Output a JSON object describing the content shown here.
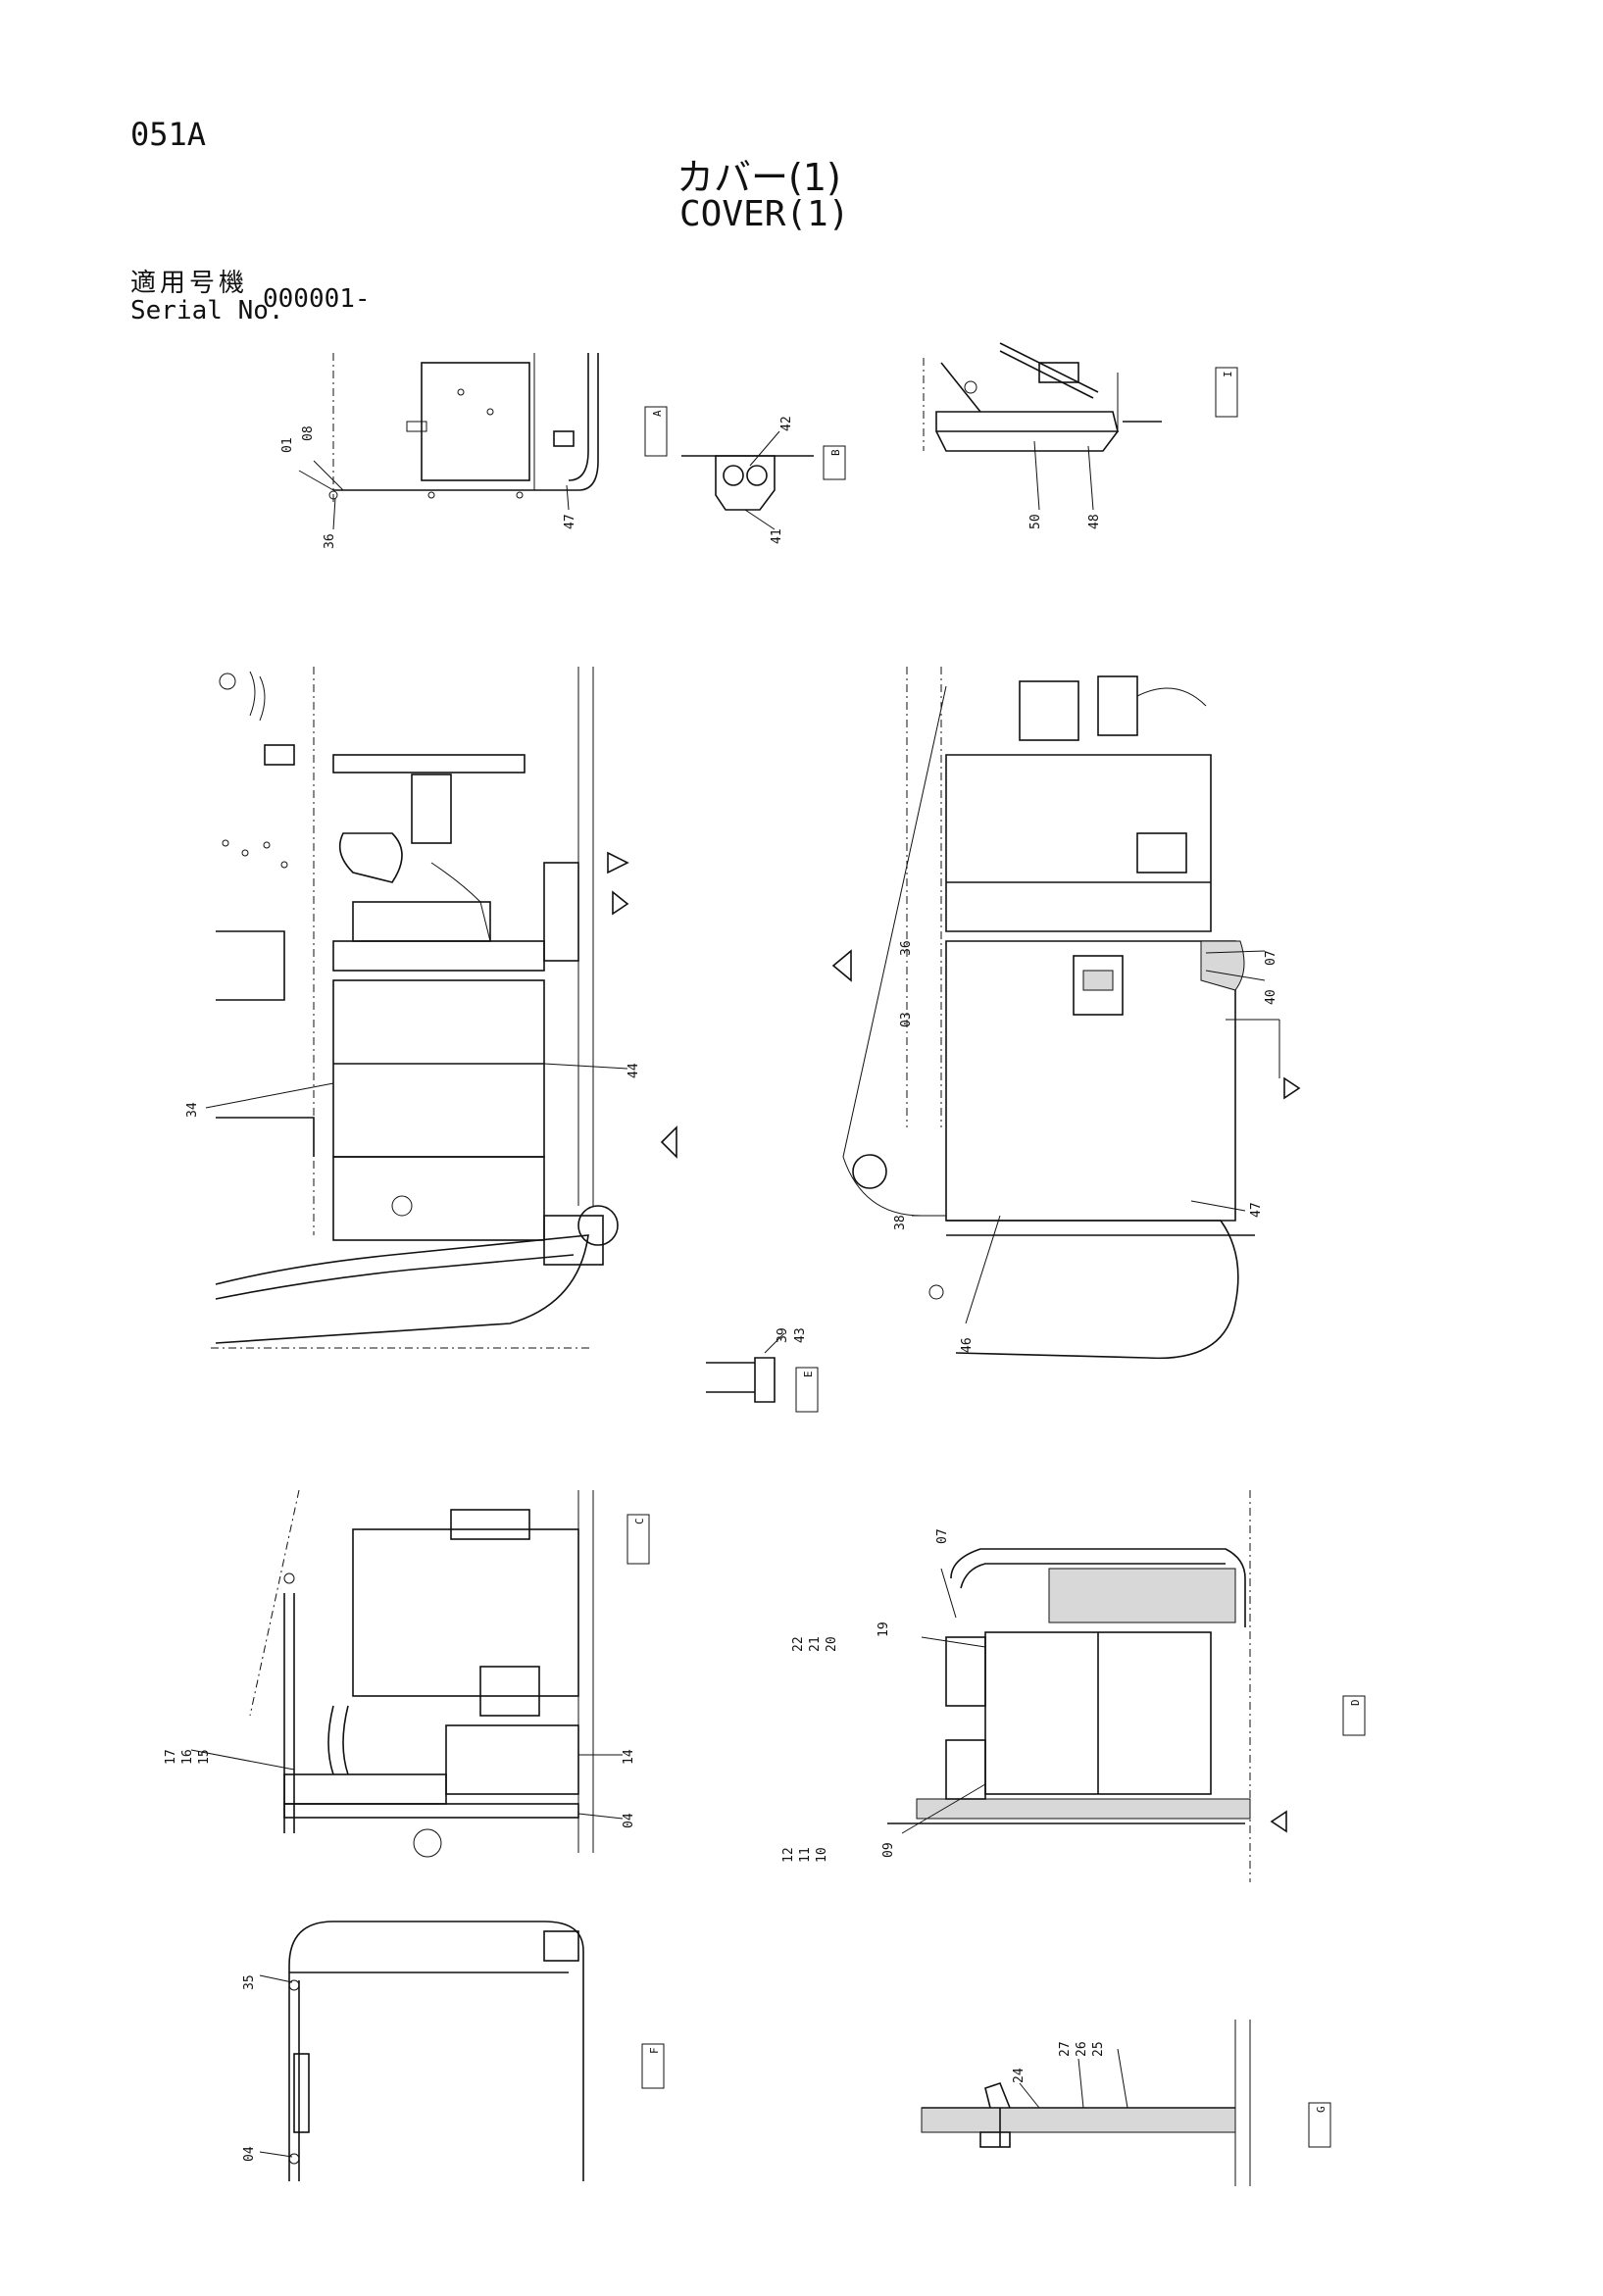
{
  "header": {
    "page_code": "051A",
    "title_jp": "カバー(1)",
    "title_en": "COVER(1)",
    "serial_label_jp": "適用号機",
    "serial_label_en": "Serial No.",
    "serial_value": "000001-"
  },
  "callouts": {
    "a": [
      "01",
      "08",
      "36",
      "47"
    ],
    "b": [
      "42",
      "41"
    ],
    "i": [
      "50",
      "48"
    ],
    "main": [
      "34",
      "44"
    ],
    "right": [
      "36",
      "07",
      "03",
      "40",
      "38",
      "46",
      "47"
    ],
    "detail_e": [
      "39",
      "43"
    ],
    "c": [
      "17",
      "16",
      "15",
      "14",
      "04"
    ],
    "d": [
      "07",
      "22",
      "21",
      "20",
      "19",
      "12",
      "11",
      "10",
      "09"
    ],
    "f": [
      "35",
      "04"
    ],
    "g": [
      "27",
      "26",
      "25",
      "24"
    ]
  },
  "section_tags": [
    "A",
    "B",
    "I",
    "C",
    "D",
    "E",
    "F",
    "G"
  ]
}
